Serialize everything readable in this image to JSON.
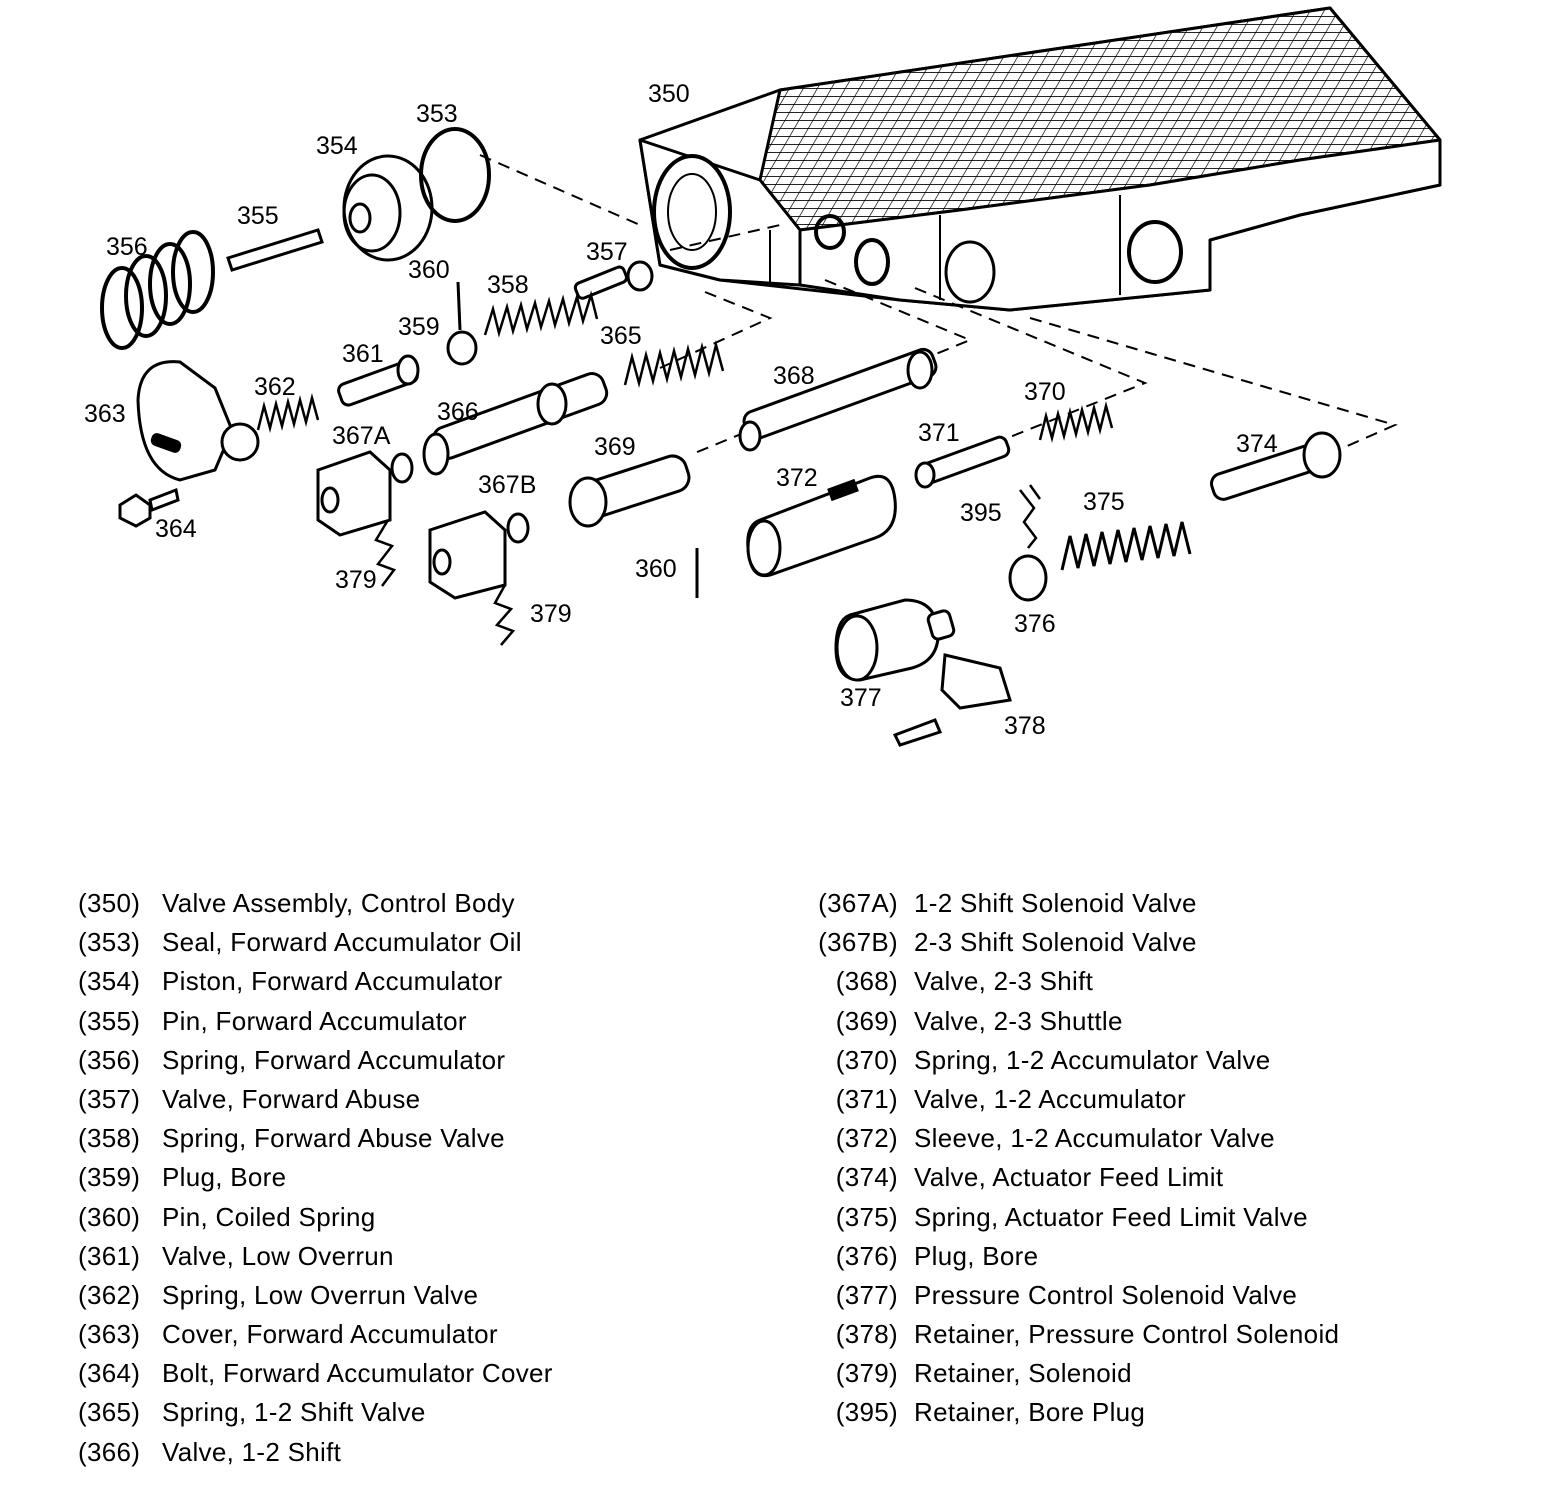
{
  "callouts": [
    {
      "id": "350",
      "label": "350"
    },
    {
      "id": "353",
      "label": "353"
    },
    {
      "id": "354",
      "label": "354"
    },
    {
      "id": "355",
      "label": "355"
    },
    {
      "id": "356",
      "label": "356"
    },
    {
      "id": "357",
      "label": "357"
    },
    {
      "id": "358",
      "label": "358"
    },
    {
      "id": "359",
      "label": "359"
    },
    {
      "id": "360a",
      "label": "360"
    },
    {
      "id": "360b",
      "label": "360"
    },
    {
      "id": "361",
      "label": "361"
    },
    {
      "id": "362",
      "label": "362"
    },
    {
      "id": "363",
      "label": "363"
    },
    {
      "id": "364",
      "label": "364"
    },
    {
      "id": "365",
      "label": "365"
    },
    {
      "id": "366",
      "label": "366"
    },
    {
      "id": "367A",
      "label": "367A"
    },
    {
      "id": "367B",
      "label": "367B"
    },
    {
      "id": "368",
      "label": "368"
    },
    {
      "id": "369",
      "label": "369"
    },
    {
      "id": "370",
      "label": "370"
    },
    {
      "id": "371",
      "label": "371"
    },
    {
      "id": "372",
      "label": "372"
    },
    {
      "id": "374",
      "label": "374"
    },
    {
      "id": "375",
      "label": "375"
    },
    {
      "id": "376",
      "label": "376"
    },
    {
      "id": "377",
      "label": "377"
    },
    {
      "id": "378",
      "label": "378"
    },
    {
      "id": "379a",
      "label": "379"
    },
    {
      "id": "379b",
      "label": "379"
    },
    {
      "id": "395",
      "label": "395"
    }
  ],
  "legend_left": [
    {
      "code": "(350)",
      "desc": "Valve Assembly, Control Body"
    },
    {
      "code": "(353)",
      "desc": "Seal, Forward Accumulator Oil"
    },
    {
      "code": "(354)",
      "desc": "Piston, Forward Accumulator"
    },
    {
      "code": "(355)",
      "desc": "Pin, Forward Accumulator"
    },
    {
      "code": "(356)",
      "desc": "Spring, Forward Accumulator"
    },
    {
      "code": "(357)",
      "desc": "Valve, Forward Abuse"
    },
    {
      "code": "(358)",
      "desc": "Spring, Forward Abuse Valve"
    },
    {
      "code": "(359)",
      "desc": "Plug, Bore"
    },
    {
      "code": "(360)",
      "desc": "Pin, Coiled Spring"
    },
    {
      "code": "(361)",
      "desc": "Valve, Low Overrun"
    },
    {
      "code": "(362)",
      "desc": "Spring, Low Overrun Valve"
    },
    {
      "code": "(363)",
      "desc": "Cover, Forward Accumulator"
    },
    {
      "code": "(364)",
      "desc": "Bolt, Forward Accumulator Cover"
    },
    {
      "code": "(365)",
      "desc": "Spring, 1-2 Shift Valve"
    },
    {
      "code": "(366)",
      "desc": "Valve, 1-2 Shift"
    }
  ],
  "legend_right": [
    {
      "code": "(367A)",
      "desc": "1-2 Shift Solenoid Valve"
    },
    {
      "code": "(367B)",
      "desc": "2-3 Shift Solenoid Valve"
    },
    {
      "code": "(368)",
      "desc": "Valve, 2-3 Shift"
    },
    {
      "code": "(369)",
      "desc": "Valve, 2-3 Shuttle"
    },
    {
      "code": "(370)",
      "desc": "Spring, 1-2 Accumulator Valve"
    },
    {
      "code": "(371)",
      "desc": "Valve, 1-2 Accumulator"
    },
    {
      "code": "(372)",
      "desc": "Sleeve, 1-2 Accumulator Valve"
    },
    {
      "code": "(374)",
      "desc": "Valve, Actuator Feed Limit"
    },
    {
      "code": "(375)",
      "desc": "Spring, Actuator Feed Limit Valve"
    },
    {
      "code": "(376)",
      "desc": "Plug, Bore"
    },
    {
      "code": "(377)",
      "desc": "Pressure Control Solenoid Valve"
    },
    {
      "code": "(378)",
      "desc": "Retainer, Pressure Control Solenoid"
    },
    {
      "code": "(379)",
      "desc": "Retainer, Solenoid"
    },
    {
      "code": "(395)",
      "desc": "Retainer, Bore Plug"
    }
  ]
}
